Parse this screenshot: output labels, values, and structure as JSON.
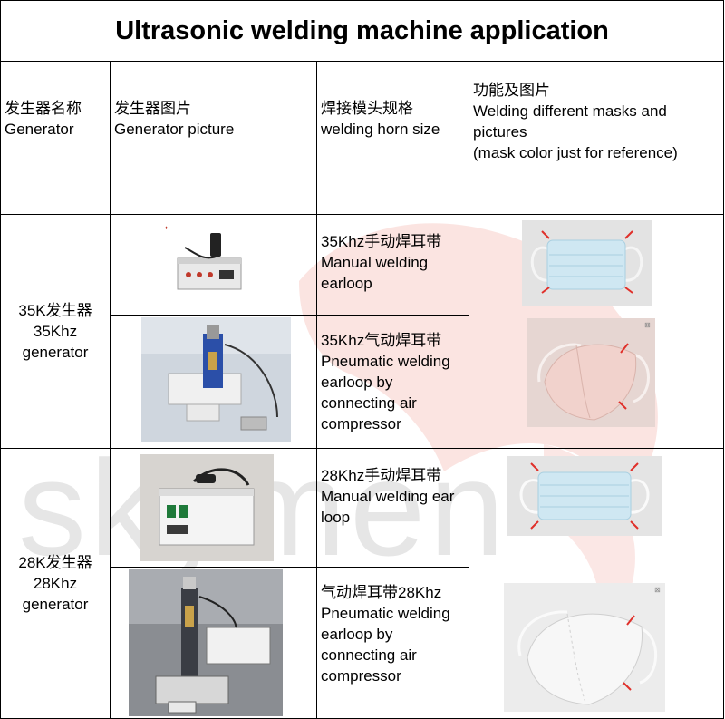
{
  "title": "Ultrasonic welding machine application",
  "watermark": {
    "text": "skymen",
    "color": "#c8c8c8",
    "accent": "#f3b1a8"
  },
  "headers": {
    "col1": [
      "发生器名称",
      "Generator"
    ],
    "col2": [
      "发生器图片",
      "Generator picture"
    ],
    "col3": [
      "焊接模头规格",
      "welding horn size"
    ],
    "col4": [
      "功能及图片",
      "Welding different masks and",
      "pictures",
      "(mask color just for reference)"
    ]
  },
  "rows": [
    {
      "generator": [
        "35K发生器",
        "35Khz",
        "generator"
      ],
      "items": [
        {
          "spec": [
            "35Khz手动焊耳带",
            "Manual welding",
            "earloop"
          ]
        },
        {
          "spec": [
            "35Khz气动焊耳带",
            "Pneumatic welding",
            "earloop by",
            "connecting air",
            "compressor"
          ]
        }
      ]
    },
    {
      "generator": [
        "28K发生器",
        "28Khz",
        "generator"
      ],
      "items": [
        {
          "spec": [
            "28Khz手动焊耳带",
            "Manual welding ear",
            "loop"
          ]
        },
        {
          "spec": [
            "气动焊耳带28Khz",
            "Pneumatic welding",
            "earloop by",
            "connecting air",
            "compressor"
          ]
        }
      ]
    }
  ],
  "colors": {
    "mask_blue": "#cfe7f2",
    "mask_pink": "#f1d2cc",
    "mask_white": "#f4f4f4",
    "weld_arrow": "#e0302a"
  }
}
